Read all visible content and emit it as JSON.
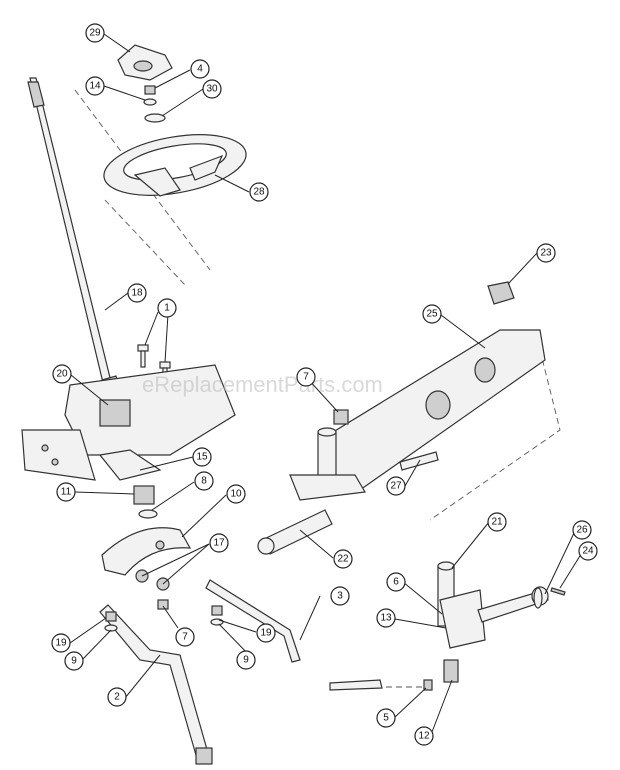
{
  "watermark": "eReplacementParts.com",
  "callouts": [
    "29",
    "4",
    "14",
    "30",
    "28",
    "18",
    "1",
    "20",
    "15",
    "11",
    "8",
    "10",
    "17",
    "19",
    "9",
    "7",
    "2",
    "7",
    "23",
    "25",
    "27",
    "22",
    "21",
    "26",
    "24",
    "6",
    "13",
    "3",
    "19",
    "9",
    "5",
    "12"
  ]
}
